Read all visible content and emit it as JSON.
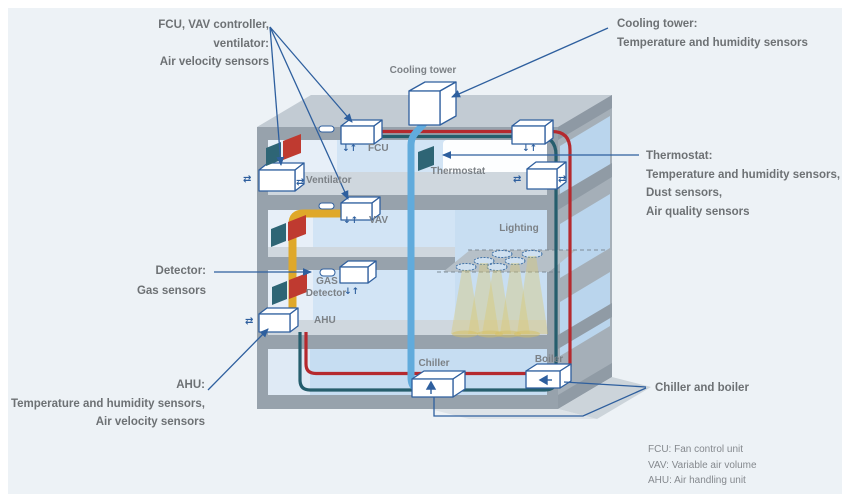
{
  "colors": {
    "background": "#edf2f6",
    "annotation_blue": "#2e5f9e",
    "label_gray": "#6d7174",
    "building_gray": "#97a2ac",
    "interior_blue": "#d2e4f5",
    "pipe_red": "#b5292e",
    "pipe_teal": "#265e6d",
    "pipe_yellow": "#dfa82a",
    "pipe_lightblue": "#61abdc"
  },
  "callouts": {
    "fcu_group": {
      "lines": [
        "FCU, VAV controller,",
        "ventilator:",
        "Air velocity sensors"
      ]
    },
    "cooling_tower": {
      "lines": [
        "Cooling tower:",
        "Temperature and humidity sensors"
      ]
    },
    "thermostat": {
      "lines": [
        "Thermostat:",
        "Temperature and humidity sensors,",
        "Dust sensors,",
        "Air quality sensors"
      ]
    },
    "detector": {
      "lines": [
        "Detector:",
        "Gas sensors"
      ]
    },
    "ahu": {
      "lines": [
        "AHU:",
        "Temperature and humidity sensors,",
        "Air velocity sensors"
      ]
    },
    "chiller_boiler": {
      "lines": [
        "Chiller and boiler"
      ]
    }
  },
  "devices": {
    "cooling_tower": "Cooling tower",
    "fcu": "FCU",
    "ventilator": "Ventilator",
    "thermostat": "Thermostat",
    "vav": "VAV",
    "lighting": "Lighting",
    "gas_line1": "GAS",
    "gas_line2": "Detector",
    "ahu": "AHU",
    "chiller": "Chiller",
    "boiler": "Boiler"
  },
  "icons": {
    "airflow": "↓↑",
    "exchange": "⇄"
  },
  "legend": {
    "items": [
      "FCU: Fan control unit",
      "VAV: Variable air volume",
      "AHU: Air handling unit"
    ]
  }
}
